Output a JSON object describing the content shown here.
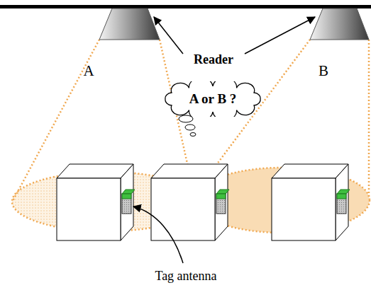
{
  "diagram": {
    "nodes": [
      {
        "text": [
          "A or B ?"
        ]
      }
    ],
    "labels": [
      "Reader",
      "A",
      "B",
      "Tag antenna"
    ]
  }
}
